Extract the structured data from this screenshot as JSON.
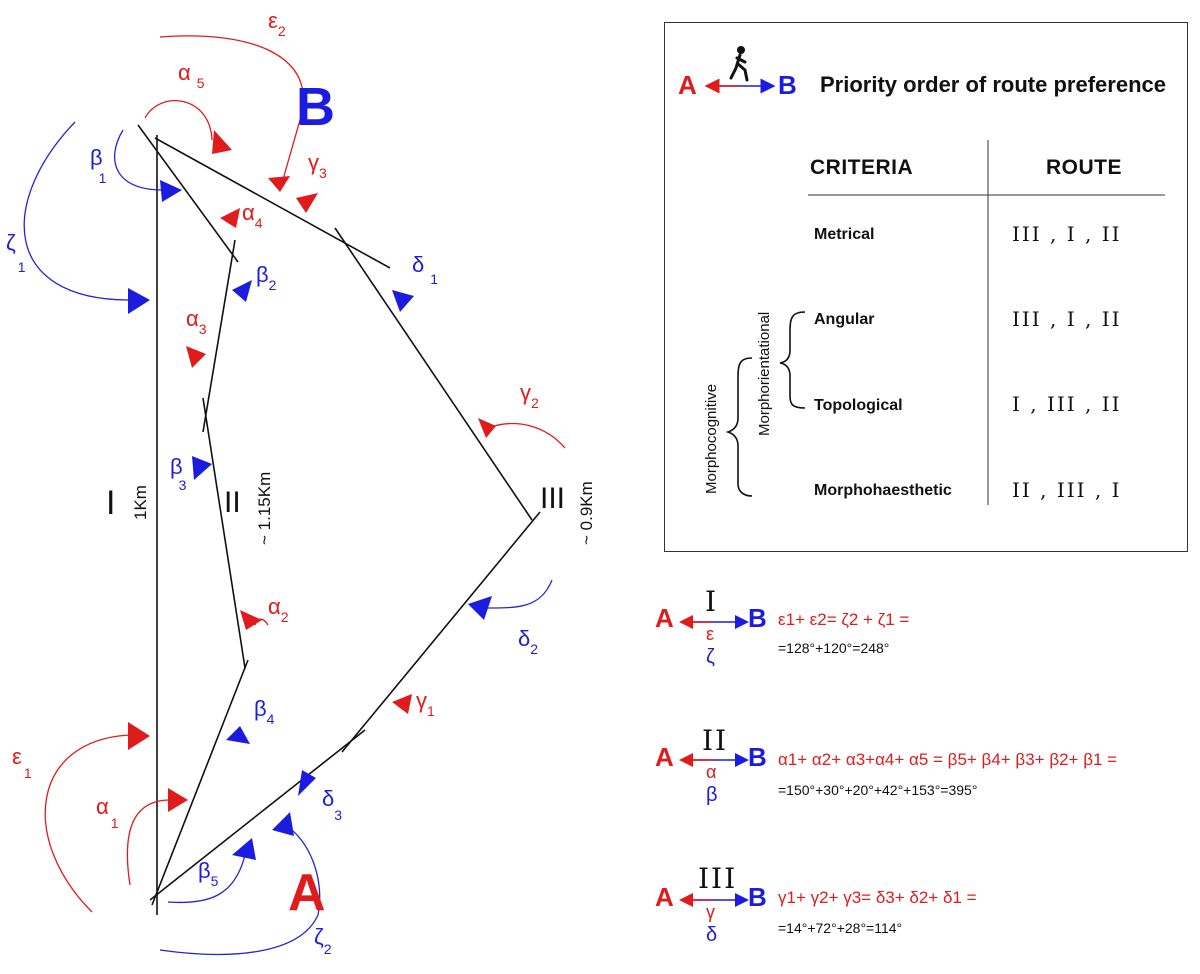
{
  "labels": {
    "A": "A",
    "B": "B"
  },
  "routes": [
    {
      "numeral": "I",
      "length": "1Km"
    },
    {
      "numeral": "II",
      "length": "~ 1.15Km"
    },
    {
      "numeral": "III",
      "length": "~ 0.9Km"
    }
  ],
  "angles": {
    "alpha1": "α",
    "alpha1_sub": "1",
    "alpha2": "α",
    "alpha2_sub": "2",
    "alpha3": "α",
    "alpha3_sub": "3",
    "alpha4": "α",
    "alpha4_sub": "4",
    "alpha5": "α",
    "alpha5_sub": "5",
    "beta1": "β",
    "beta1_sub": "1",
    "beta2": "β",
    "beta2_sub": "2",
    "beta3": "β",
    "beta3_sub": "3",
    "beta4": "β",
    "beta4_sub": "4",
    "beta5": "β",
    "beta5_sub": "5",
    "gamma1": "γ",
    "gamma1_sub": "1",
    "gamma2": "γ",
    "gamma2_sub": "2",
    "gamma3": "γ",
    "gamma3_sub": "3",
    "delta1": "δ",
    "delta1_sub": "1",
    "delta2": "δ",
    "delta2_sub": "2",
    "delta3": "δ",
    "delta3_sub": "3",
    "eps1": "ε",
    "eps1_sub": "1",
    "eps2": "ε",
    "eps2_sub": "2",
    "zeta1": "ζ",
    "zeta1_sub": "1",
    "zeta2": "ζ",
    "zeta2_sub": "2"
  },
  "legend": {
    "title": "Priority order of route preference",
    "col_criteria": "CRITERIA",
    "col_route": "ROUTE",
    "rows": [
      {
        "criterion": "Metrical",
        "order": "III , I , II"
      },
      {
        "criterion": "Angular",
        "order": "III , I , II"
      },
      {
        "criterion": "Topological",
        "order": "I , III , II"
      },
      {
        "criterion": "Morphohaesthetic",
        "order": "II , III , I"
      }
    ],
    "group_outer": "Morphocognitive",
    "group_inner": "Morphorientational"
  },
  "formulas": [
    {
      "route": "I",
      "top": "ε",
      "bottom": "ζ",
      "expression": "ε1+ ε2= ζ2 + ζ1 =",
      "result": "=128°+120°=248°"
    },
    {
      "route": "II",
      "top": "α",
      "bottom": "β",
      "expression": "α1+ α2+ α3+α4+ α5 = β5+ β4+ β3+ β2+ β1 =",
      "result": "=150°+30°+20°+42°+153°=395°"
    },
    {
      "route": "III",
      "top": "γ",
      "bottom": "δ",
      "expression": "γ1+ γ2+ γ3= δ3+ δ2+ δ1 =",
      "result": "=14°+72°+28°=114°"
    }
  ],
  "colors": {
    "red": "#e01b1b",
    "blue": "#1c1ce0",
    "ink": "#111111"
  }
}
